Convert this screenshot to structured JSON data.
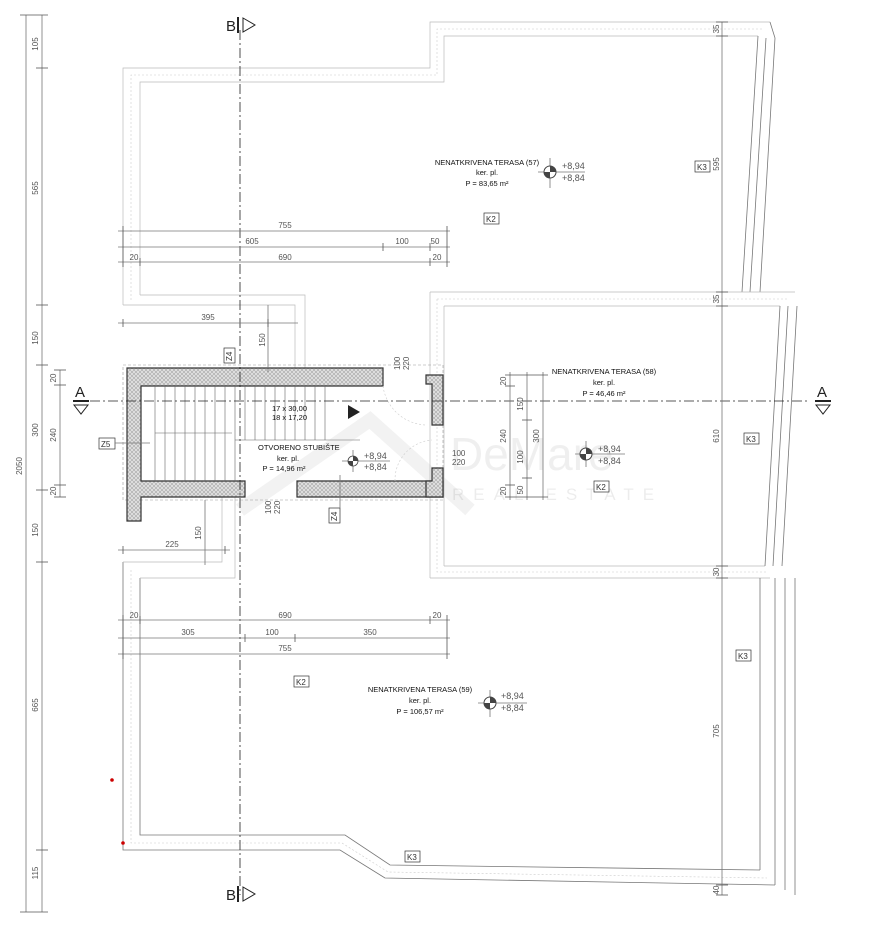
{
  "sections": {
    "b_top": "B",
    "b_bottom": "B",
    "a_left": "A",
    "a_right": "A"
  },
  "terraces": [
    {
      "name": "NENATKRIVENA TERASA (57)",
      "finish": "ker. pl.",
      "area": "P = 83,65 m²",
      "level_top": "+8,94",
      "level_bottom": "+8,84"
    },
    {
      "name": "NENATKRIVENA TERASA (58)",
      "finish": "ker. pl.",
      "area": "P = 46,46 m²",
      "level_top": "+8,94",
      "level_bottom": "+8,84"
    },
    {
      "name": "NENATKRIVENA TERASA (59)",
      "finish": "ker. pl.",
      "area": "P = 106,57 m²",
      "level_top": "+8,94",
      "level_bottom": "+8,84"
    }
  ],
  "stair": {
    "name": "OTVORENO STUBIŠTE",
    "finish": "ker. pl.",
    "area": "P = 14,96 m²",
    "level_top": "+8,94",
    "level_bottom": "+8,84",
    "tread": "17 x 30,00",
    "riser": "18 x 17,20"
  },
  "tags": {
    "k2": "K2",
    "k3": "K3",
    "z4": "Z4",
    "z5": "Z5"
  },
  "door_dims": {
    "w1": "100",
    "h1": "220"
  },
  "dims_left": {
    "total": "2050",
    "d1": "105",
    "d2": "565",
    "d3": "150",
    "d4": "300",
    "d5": "150",
    "d6": "665",
    "d7": "115",
    "s1": "20",
    "s2": "240",
    "s3": "20"
  },
  "dims_top": {
    "total": "755",
    "a": "605",
    "b": "100",
    "c": "50",
    "e1": "20",
    "mid": "690",
    "e2": "20",
    "x395": "395",
    "v150": "150"
  },
  "dims_bottom": {
    "e1": "20",
    "mid": "690",
    "e2": "20",
    "a": "305",
    "b": "100",
    "c": "350",
    "total": "755",
    "x225": "225",
    "v150": "150"
  },
  "dims_right": {
    "r1": "35",
    "r2": "595",
    "r3": "35",
    "r4": "610",
    "r5": "30",
    "r6": "705",
    "r7": "40"
  },
  "dims_mid": {
    "a": "20",
    "b": "240",
    "c": "20",
    "d": "150",
    "e": "100",
    "f": "50",
    "g": "300"
  },
  "watermark": {
    "brand": "DeMare",
    "sub": "REAL ESTATE"
  }
}
